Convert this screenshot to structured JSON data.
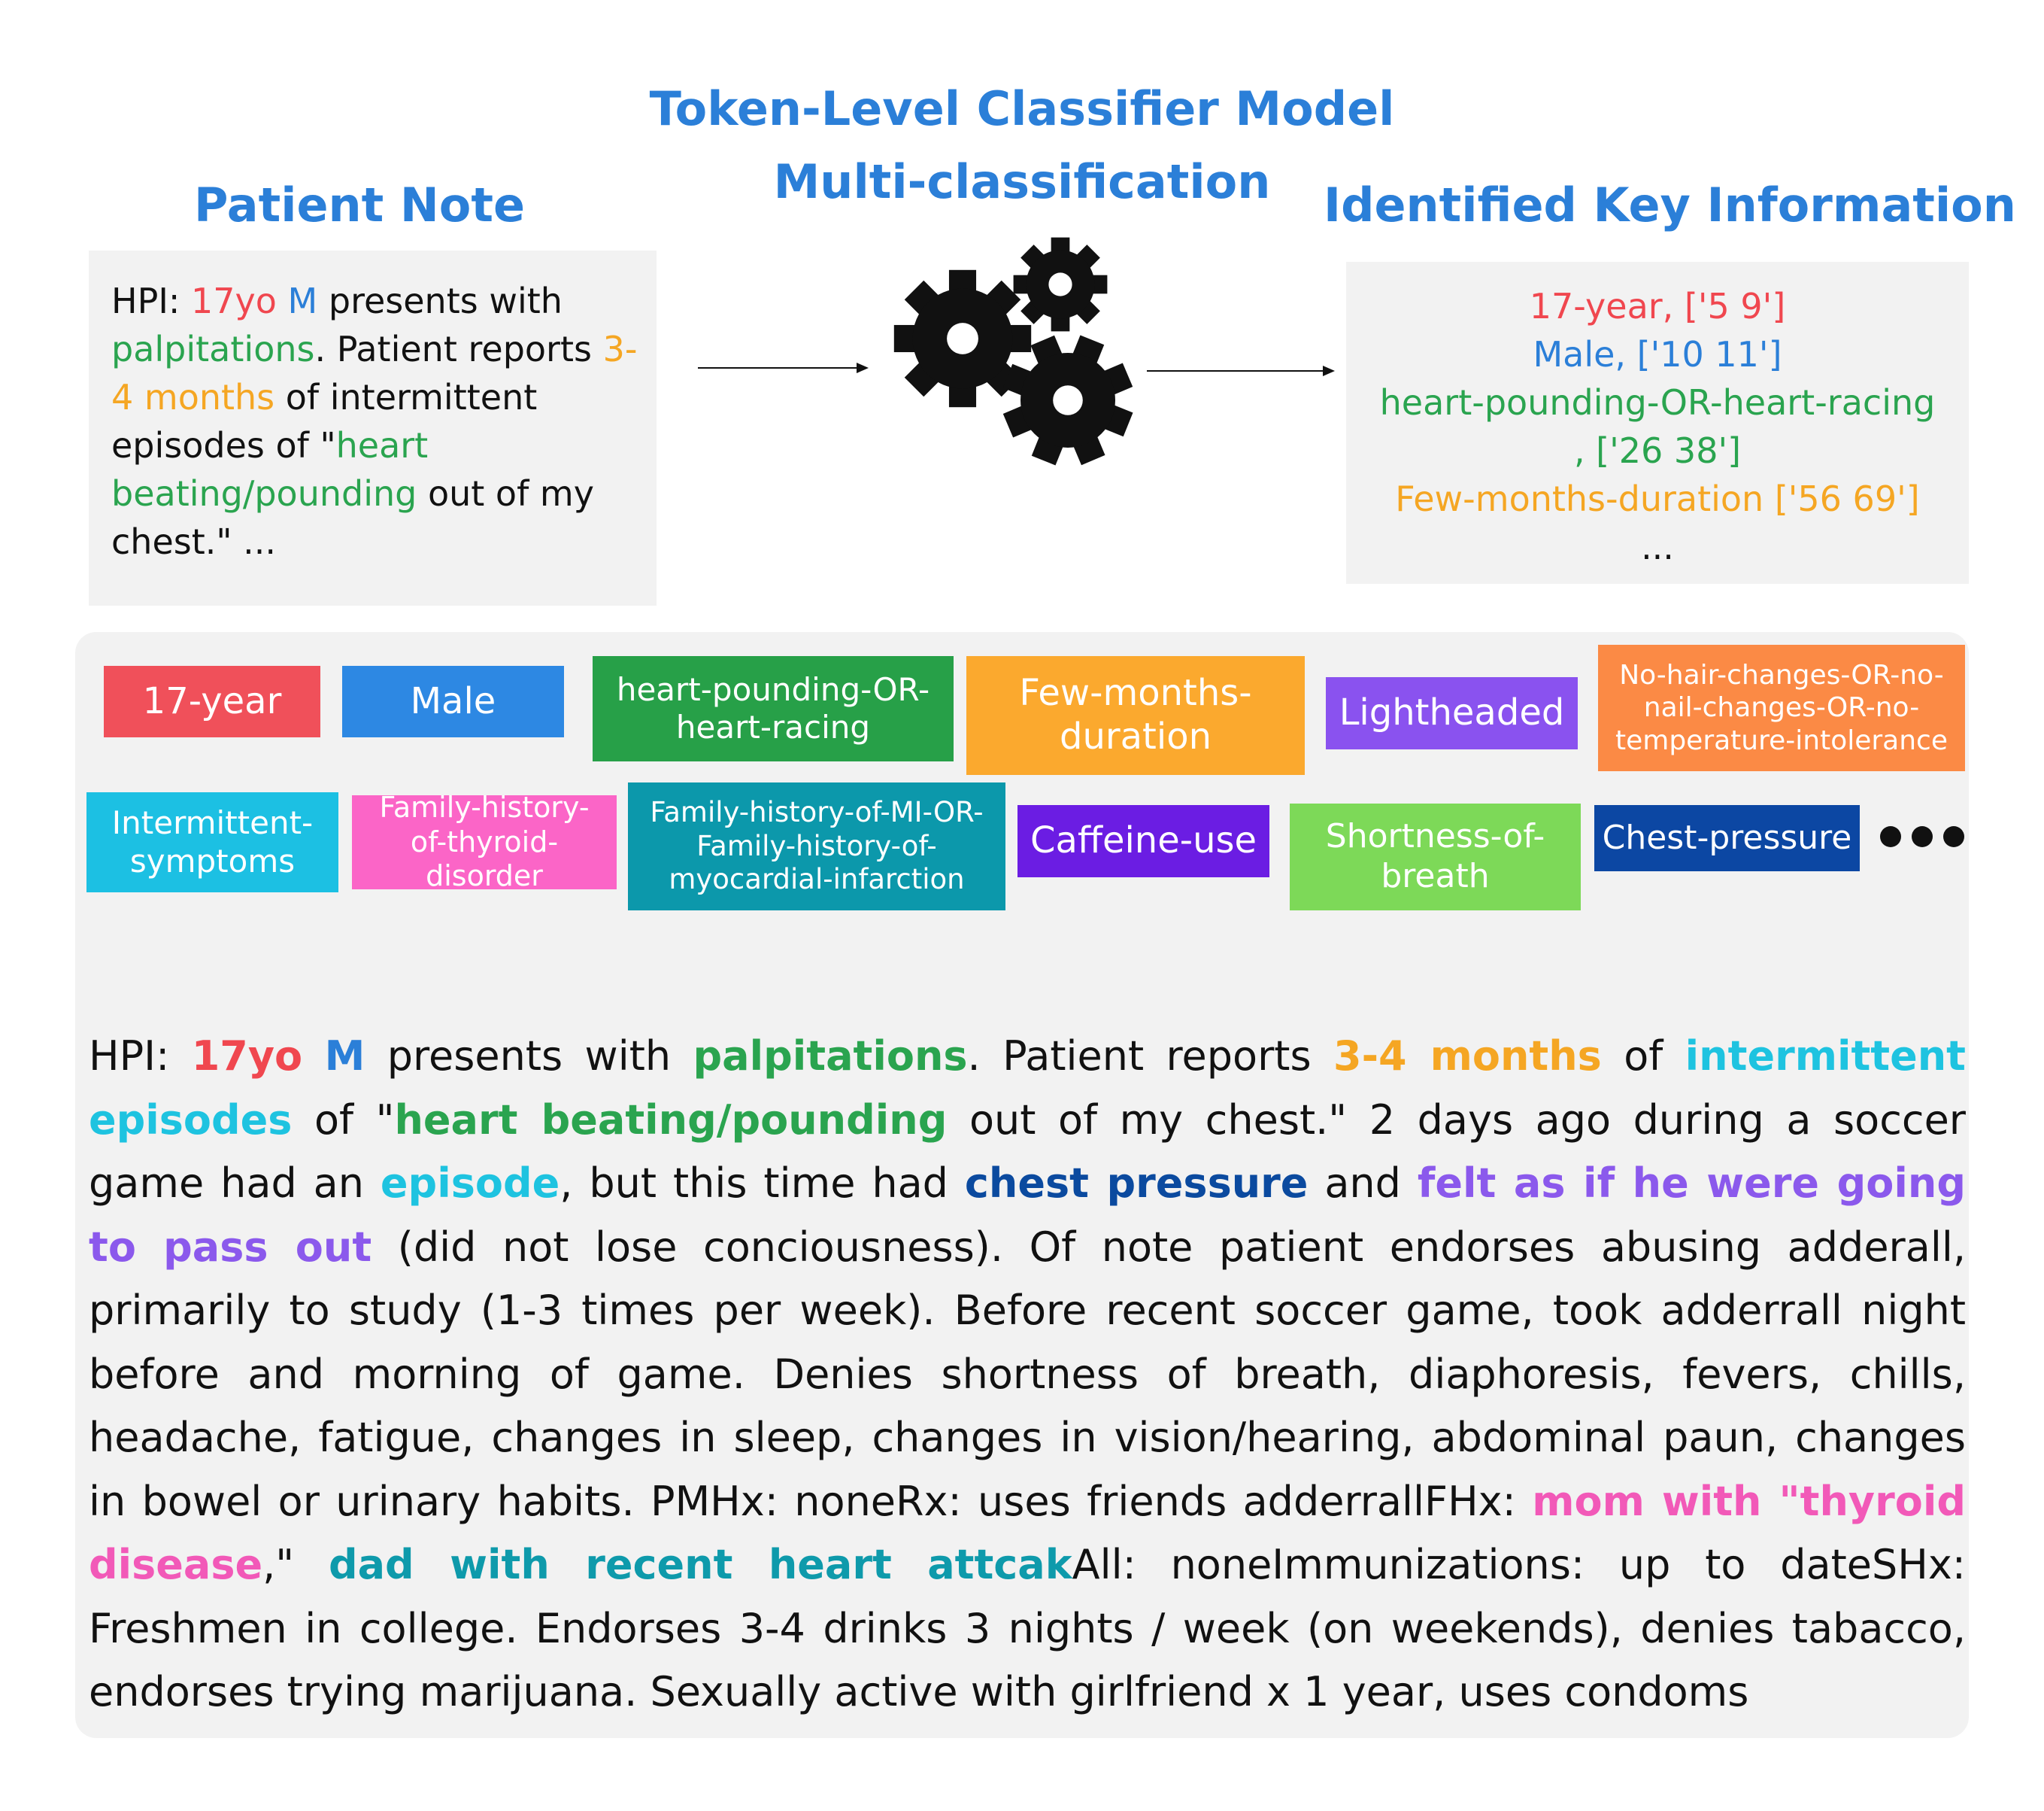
{
  "headings": {
    "patient_note": "Patient Note",
    "model_line1": "Token-Level Classifier Model",
    "model_line2": "Multi-classification",
    "identified": "Identified Key Information"
  },
  "gear_icon": "gear-icon",
  "colors": {
    "heading": "#2b7fd8",
    "age": "#f0474f",
    "sex": "#2b7fd8",
    "heart": "#2aa44f",
    "duration": "#f5a623",
    "intermittent": "#1ec3e0",
    "chest_pressure": "#0b4a9f",
    "lightheaded": "#8b59ec",
    "thyroid": "#f259b8",
    "mi": "#0e9aab"
  },
  "patient_note": {
    "hpi": "HPI: ",
    "age": "17yo",
    "sex": "M",
    "t1": " presents with ",
    "palp": "palpitations",
    "t2": ". Patient reports ",
    "dur": "3-4 months",
    "t3": " of intermittent episodes of \"",
    "heart": "heart beating/pounding",
    "t4": " out of my chest.\" ..."
  },
  "key_info": [
    {
      "text": "17-year, ['5 9']",
      "color": "#f0474f"
    },
    {
      "text": "Male, ['10 11']",
      "color": "#2b7fd8"
    },
    {
      "text": "heart-pounding-OR-heart-racing",
      "color": "#2aa44f"
    },
    {
      "text": ", ['26 38']",
      "color": "#2aa44f"
    },
    {
      "text": "Few-months-duration ['56 69']",
      "color": "#f5a623"
    },
    {
      "text": "...",
      "color": "#111111"
    }
  ],
  "tags": [
    {
      "label": "17-year",
      "color": "#f0505a"
    },
    {
      "label": "Male",
      "color": "#2d88e3"
    },
    {
      "label": "heart-pounding-OR-heart-racing",
      "color": "#27a048"
    },
    {
      "label": "Few-months-duration",
      "color": "#fba92e"
    },
    {
      "label": "Lightheaded",
      "color": "#8a52ef"
    },
    {
      "label": "No-hair-changes-OR-no-nail-changes-OR-no-temperature-intolerance",
      "color": "#fb8a45"
    },
    {
      "label": "Intermittent-symptoms",
      "color": "#1cc0e3"
    },
    {
      "label": "Family-history-of-thyroid-disorder",
      "color": "#fb65c7"
    },
    {
      "label": "Family-history-of-MI-OR-Family-history-of-myocardial-infarction",
      "color": "#0c98ab"
    },
    {
      "label": "Caffeine-use",
      "color": "#6b1de3"
    },
    {
      "label": "Shortness-of-breath",
      "color": "#7dd958"
    },
    {
      "label": "Chest-pressure",
      "color": "#0c47a3"
    }
  ],
  "hpi_full": {
    "s1": "HPI: ",
    "h_age": "17yo",
    "s2": " ",
    "h_sex": "M",
    "s3": " presents with ",
    "h_palp": "palpitations",
    "s4": ". Patient reports ",
    "h_dur": "3-4 months",
    "s5": " of ",
    "h_inter": "intermittent episodes",
    "s6": " of \"",
    "h_heart": "heart beating/pounding",
    "s7": " out of my chest.\" 2 days ago during a soccer game had an ",
    "h_episode": "episode",
    "s8": ", but this time had ",
    "h_chest": "chest pressure",
    "s9": " and ",
    "h_light": "felt as if he were going to pass out",
    "s10": " (did not lose conciousness). Of note patient endorses abusing adderall, primarily to study (1-3 times per week). Before recent soccer game, took adderrall night before and morning of game. Denies shortness of breath, diaphoresis, fevers, chills, headache, fatigue, changes in sleep, changes in vision/hearing, abdominal paun, changes in bowel or urinary habits. PMHx: noneRx: uses friends adderrallFHx: ",
    "h_thyroid": "mom with \"thyroid disease",
    "s11": ",\" ",
    "h_mi": "dad with recent heart attcak",
    "s12": "All: noneImmunizations: up to dateSHx: Freshmen in college. Endorses 3-4 drinks 3 nights / week (on weekends), denies tabacco, endorses trying marijuana. Sexually active with girlfriend x 1 year, uses condoms"
  }
}
